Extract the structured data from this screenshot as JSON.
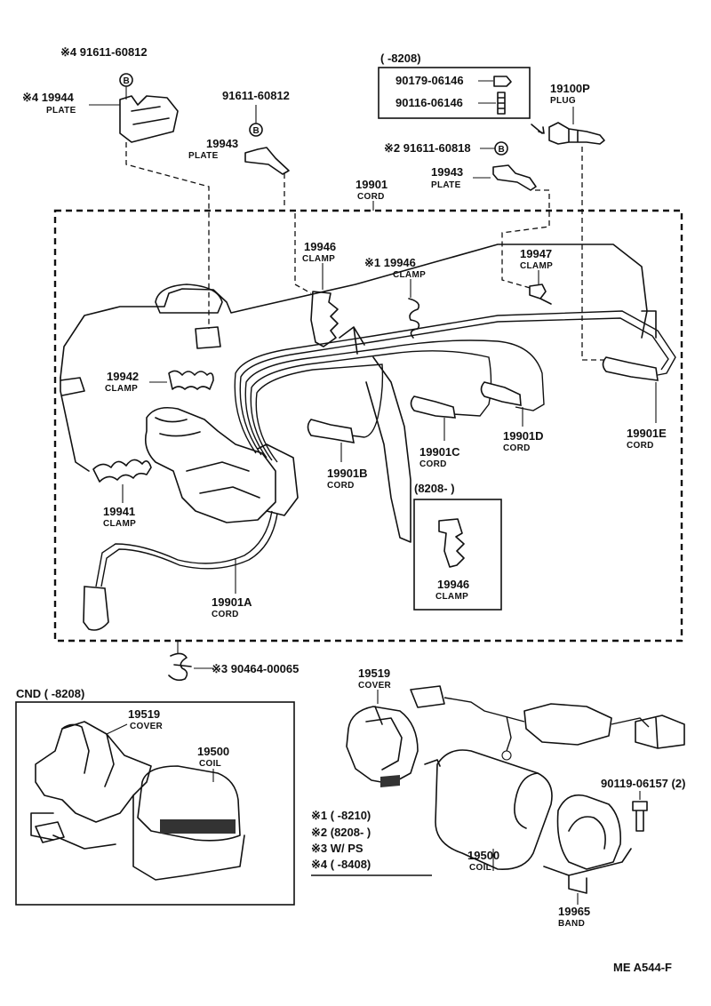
{
  "labels": {
    "n4_plate_bolt": "※4 91611-60812",
    "n4_plate_num": "※4 19944",
    "plate_sub_1": "PLATE",
    "bolt_center": "91611-60812",
    "plate_num_left": "19943",
    "plate_sub_2": "PLATE",
    "bracket_range": "(       -8208)",
    "bracket_part_1": "90179-06146",
    "bracket_part_2": "90116-06146",
    "plug_num": "19100P",
    "plug_sub": "PLUG",
    "n2_bolt": "※2 91611-60818",
    "plate_num_right": "19943",
    "plate_sub_3": "PLATE",
    "cord_main_num": "19901",
    "cord_main_sub": "CORD",
    "clamp_19946_a_num": "19946",
    "clamp_19946_a_sub": "CLAMP",
    "clamp_19946_b_num": "※1 19946",
    "clamp_19946_b_sub": "CLAMP",
    "clamp_19947_num": "19947",
    "clamp_19947_sub": "CLAMP",
    "clamp_19942_num": "19942",
    "clamp_19942_sub": "CLAMP",
    "clamp_19941_num": "19941",
    "clamp_19941_sub": "CLAMP",
    "cord_b_num": "19901B",
    "cord_b_sub": "CORD",
    "cord_c_num": "19901C",
    "cord_c_sub": "CORD",
    "cord_d_num": "19901D",
    "cord_d_sub": "CORD",
    "cord_e_num": "19901E",
    "cord_e_sub": "CORD",
    "cord_a_num": "19901A",
    "cord_a_sub": "CORD",
    "inset_range": "(8208-       )",
    "inset_clamp_num": "19946",
    "inset_clamp_sub": "CLAMP",
    "n3_clip": "※3 90464-00065",
    "cnd_range": "CND (       -8208)",
    "cnd_cover_num": "19519",
    "cnd_cover_sub": "COVER",
    "cnd_coil_num": "19500",
    "cnd_coil_sub": "COIL",
    "cover_num": "19519",
    "cover_sub": "COVER",
    "coil_num": "19500",
    "coil_sub": "COIL",
    "bolt_right": "90119-06157 (2)",
    "band_num": "19965",
    "band_sub": "BAND",
    "footer_code": "ME  A544-F"
  },
  "notes": [
    "※1 (       -8210)",
    "※2 (8208-       )",
    "※3 W/ PS",
    "※4 (       -8408)"
  ],
  "markers": {
    "bolt_marker": "B"
  }
}
